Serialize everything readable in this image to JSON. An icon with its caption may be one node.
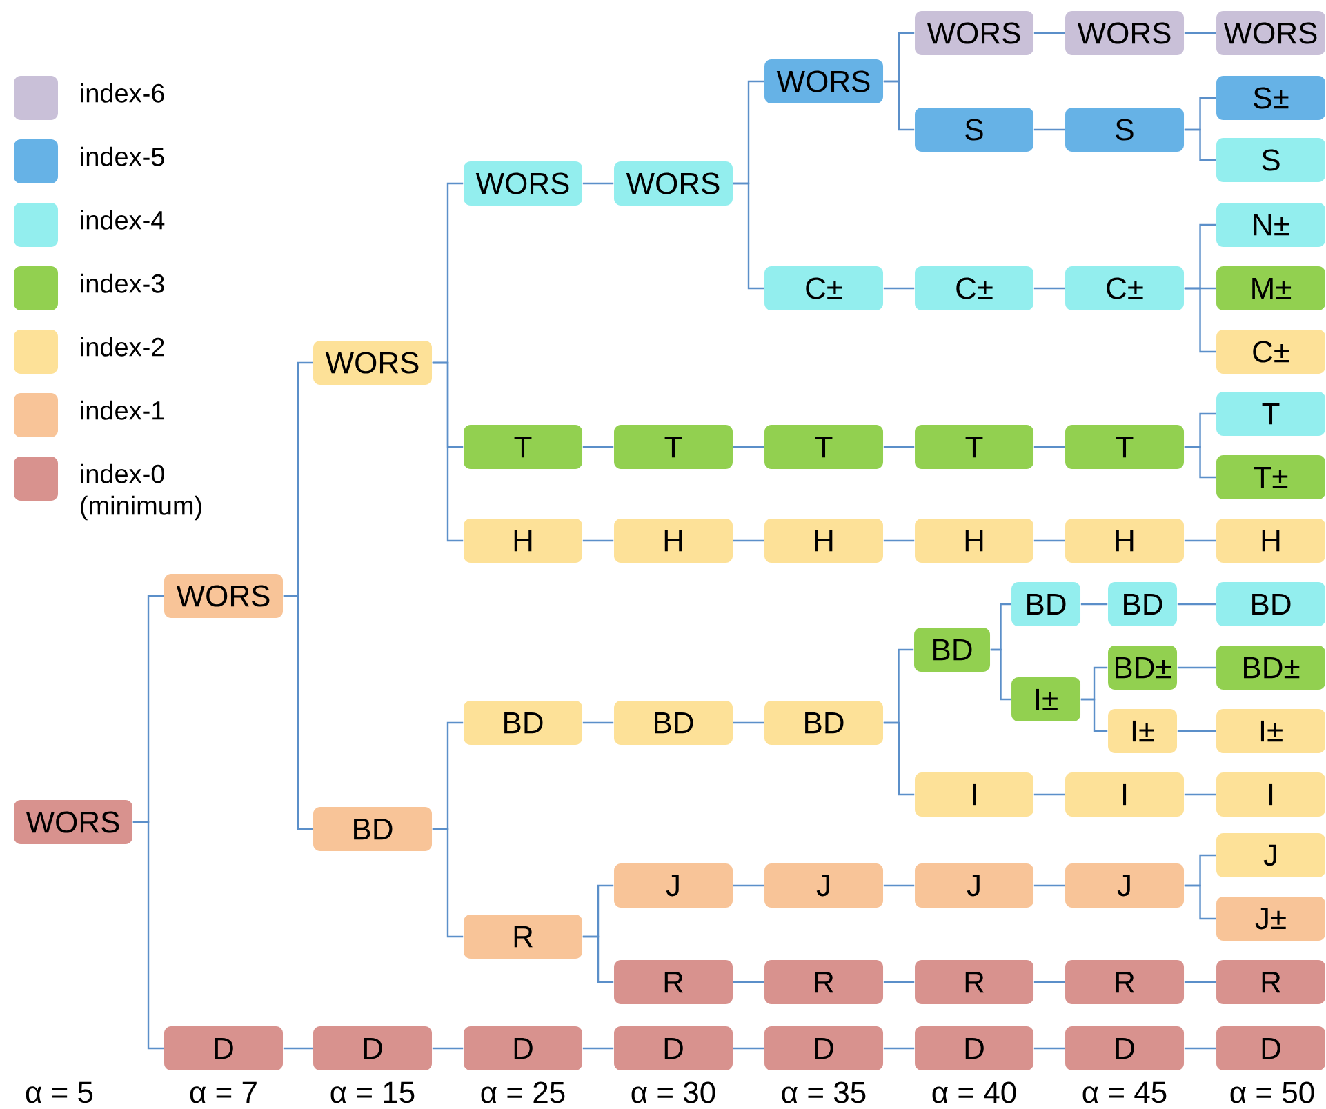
{
  "diagram": {
    "nodes": [
      {
        "text": [
          "WORS"
        ]
      },
      {
        "text": [
          "WORS"
        ]
      },
      {
        "text": [
          "WORS"
        ]
      },
      {
        "text": [
          "WORS"
        ]
      },
      {
        "text": [
          "WORS"
        ]
      },
      {
        "text": [
          "WORS"
        ]
      },
      {
        "text": [
          "WORS"
        ]
      },
      {
        "text": [
          "WORS"
        ]
      },
      {
        "text": [
          "WORS"
        ]
      },
      {
        "text": [
          "S"
        ]
      },
      {
        "text": [
          "S"
        ]
      },
      {
        "text": [
          "S±"
        ]
      },
      {
        "text": [
          "S"
        ]
      },
      {
        "text": [
          "C±"
        ]
      },
      {
        "text": [
          "C±"
        ]
      },
      {
        "text": [
          "C±"
        ]
      },
      {
        "text": [
          "N±"
        ]
      },
      {
        "text": [
          "M±"
        ]
      },
      {
        "text": [
          "C±"
        ]
      },
      {
        "text": [
          "T"
        ]
      },
      {
        "text": [
          "T"
        ]
      },
      {
        "text": [
          "T"
        ]
      },
      {
        "text": [
          "T"
        ]
      },
      {
        "text": [
          "T"
        ]
      },
      {
        "text": [
          "T"
        ]
      },
      {
        "text": [
          "T±"
        ]
      },
      {
        "text": [
          "H"
        ]
      },
      {
        "text": [
          "H"
        ]
      },
      {
        "text": [
          "H"
        ]
      },
      {
        "text": [
          "H"
        ]
      },
      {
        "text": [
          "H"
        ]
      },
      {
        "text": [
          "H"
        ]
      },
      {
        "text": [
          "BD"
        ]
      },
      {
        "text": [
          "BD"
        ]
      },
      {
        "text": [
          "BD"
        ]
      },
      {
        "text": [
          "BD"
        ]
      },
      {
        "text": [
          "BD"
        ]
      },
      {
        "text": [
          "BD"
        ]
      },
      {
        "text": [
          "BD"
        ]
      },
      {
        "text": [
          "BD"
        ]
      },
      {
        "text": [
          "I±"
        ]
      },
      {
        "text": [
          "BD±"
        ]
      },
      {
        "text": [
          "BD±"
        ]
      },
      {
        "text": [
          "I±"
        ]
      },
      {
        "text": [
          "I±"
        ]
      },
      {
        "text": [
          "I"
        ]
      },
      {
        "text": [
          "I"
        ]
      },
      {
        "text": [
          "I"
        ]
      },
      {
        "text": [
          "R"
        ]
      },
      {
        "text": [
          "J"
        ]
      },
      {
        "text": [
          "J"
        ]
      },
      {
        "text": [
          "J"
        ]
      },
      {
        "text": [
          "J"
        ]
      },
      {
        "text": [
          "J"
        ]
      },
      {
        "text": [
          "J±"
        ]
      },
      {
        "text": [
          "R"
        ]
      },
      {
        "text": [
          "R"
        ]
      },
      {
        "text": [
          "R"
        ]
      },
      {
        "text": [
          "R"
        ]
      },
      {
        "text": [
          "R"
        ]
      },
      {
        "text": [
          "D"
        ]
      },
      {
        "text": [
          "D"
        ]
      },
      {
        "text": [
          "D"
        ]
      },
      {
        "text": [
          "D"
        ]
      },
      {
        "text": [
          "D"
        ]
      },
      {
        "text": [
          "D"
        ]
      },
      {
        "text": [
          "D"
        ]
      },
      {
        "text": [
          "D"
        ]
      }
    ],
    "edges": [
      {
        "from": 0,
        "to": 1,
        "arrow": "none"
      },
      {
        "from": 0,
        "to": 60,
        "arrow": "none"
      },
      {
        "from": 1,
        "to": 2,
        "arrow": "none"
      },
      {
        "from": 1,
        "to": 32,
        "arrow": "none"
      },
      {
        "from": 2,
        "to": 3,
        "arrow": "none"
      },
      {
        "from": 2,
        "to": 19,
        "arrow": "none"
      },
      {
        "from": 2,
        "to": 26,
        "arrow": "none"
      },
      {
        "from": 3,
        "to": 4,
        "arrow": "none"
      },
      {
        "from": 4,
        "to": 5,
        "arrow": "none"
      },
      {
        "from": 4,
        "to": 13,
        "arrow": "none"
      },
      {
        "from": 5,
        "to": 6,
        "arrow": "none"
      },
      {
        "from": 5,
        "to": 9,
        "arrow": "none"
      },
      {
        "from": 6,
        "to": 7,
        "arrow": "none"
      },
      {
        "from": 7,
        "to": 8,
        "arrow": "none"
      },
      {
        "from": 9,
        "to": 10,
        "arrow": "none"
      },
      {
        "from": 10,
        "to": 11,
        "arrow": "none"
      },
      {
        "from": 10,
        "to": 12,
        "arrow": "none"
      },
      {
        "from": 13,
        "to": 14,
        "arrow": "none"
      },
      {
        "from": 14,
        "to": 15,
        "arrow": "none"
      },
      {
        "from": 15,
        "to": 16,
        "arrow": "none"
      },
      {
        "from": 15,
        "to": 17,
        "arrow": "none"
      },
      {
        "from": 15,
        "to": 18,
        "arrow": "none"
      },
      {
        "from": 19,
        "to": 20,
        "arrow": "none"
      },
      {
        "from": 20,
        "to": 21,
        "arrow": "none"
      },
      {
        "from": 21,
        "to": 22,
        "arrow": "none"
      },
      {
        "from": 22,
        "to": 23,
        "arrow": "none"
      },
      {
        "from": 23,
        "to": 24,
        "arrow": "none"
      },
      {
        "from": 23,
        "to": 25,
        "arrow": "none"
      },
      {
        "from": 26,
        "to": 27,
        "arrow": "none"
      },
      {
        "from": 27,
        "to": 28,
        "arrow": "none"
      },
      {
        "from": 28,
        "to": 29,
        "arrow": "none"
      },
      {
        "from": 29,
        "to": 30,
        "arrow": "none"
      },
      {
        "from": 30,
        "to": 31,
        "arrow": "none"
      },
      {
        "from": 32,
        "to": 33,
        "arrow": "none"
      },
      {
        "from": 32,
        "to": 48,
        "arrow": "none"
      },
      {
        "from": 33,
        "to": 34,
        "arrow": "none"
      },
      {
        "from": 34,
        "to": 35,
        "arrow": "none"
      },
      {
        "from": 35,
        "to": 36,
        "arrow": "none"
      },
      {
        "from": 35,
        "to": 45,
        "arrow": "none"
      },
      {
        "from": 36,
        "to": 37,
        "arrow": "none"
      },
      {
        "from": 36,
        "to": 40,
        "arrow": "none"
      },
      {
        "from": 37,
        "to": 38,
        "arrow": "none"
      },
      {
        "from": 38,
        "to": 39,
        "arrow": "none"
      },
      {
        "from": 40,
        "to": 41,
        "arrow": "none"
      },
      {
        "from": 40,
        "to": 43,
        "arrow": "none"
      },
      {
        "from": 41,
        "to": 42,
        "arrow": "none"
      },
      {
        "from": 43,
        "to": 44,
        "arrow": "none"
      },
      {
        "from": 45,
        "to": 46,
        "arrow": "none"
      },
      {
        "from": 46,
        "to": 47,
        "arrow": "none"
      },
      {
        "from": 48,
        "to": 49,
        "arrow": "none"
      },
      {
        "from": 48,
        "to": 55,
        "arrow": "none"
      },
      {
        "from": 49,
        "to": 50,
        "arrow": "none"
      },
      {
        "from": 50,
        "to": 51,
        "arrow": "none"
      },
      {
        "from": 51,
        "to": 52,
        "arrow": "none"
      },
      {
        "from": 52,
        "to": 53,
        "arrow": "none"
      },
      {
        "from": 52,
        "to": 54,
        "arrow": "none"
      },
      {
        "from": 55,
        "to": 56,
        "arrow": "none"
      },
      {
        "from": 56,
        "to": 57,
        "arrow": "none"
      },
      {
        "from": 57,
        "to": 58,
        "arrow": "none"
      },
      {
        "from": 58,
        "to": 59,
        "arrow": "none"
      },
      {
        "from": 60,
        "to": 61,
        "arrow": "none"
      },
      {
        "from": 61,
        "to": 62,
        "arrow": "none"
      },
      {
        "from": 62,
        "to": 63,
        "arrow": "none"
      },
      {
        "from": 63,
        "to": 64,
        "arrow": "none"
      },
      {
        "from": 64,
        "to": 65,
        "arrow": "none"
      },
      {
        "from": 65,
        "to": 66,
        "arrow": "none"
      },
      {
        "from": 66,
        "to": 67,
        "arrow": "none"
      }
    ],
    "labels": [
      "α = 5",
      "α = 7",
      "α = 15",
      "α = 25",
      "α = 30",
      "α = 35",
      "α = 40",
      "α = 45",
      "α = 50"
    ],
    "legend": [
      {
        "text": "index-6",
        "color": "#c9c0d8"
      },
      {
        "text": "index-5",
        "color": "#66b2e6"
      },
      {
        "text": "index-4",
        "color": "#93eeee"
      },
      {
        "text": "index-3",
        "color": "#92d050"
      },
      {
        "text": "index-2",
        "color": "#fde198"
      },
      {
        "text": "index-1",
        "color": "#f8c498"
      },
      {
        "text": "index-0 (minimum)",
        "color": "#d8928e"
      }
    ]
  }
}
